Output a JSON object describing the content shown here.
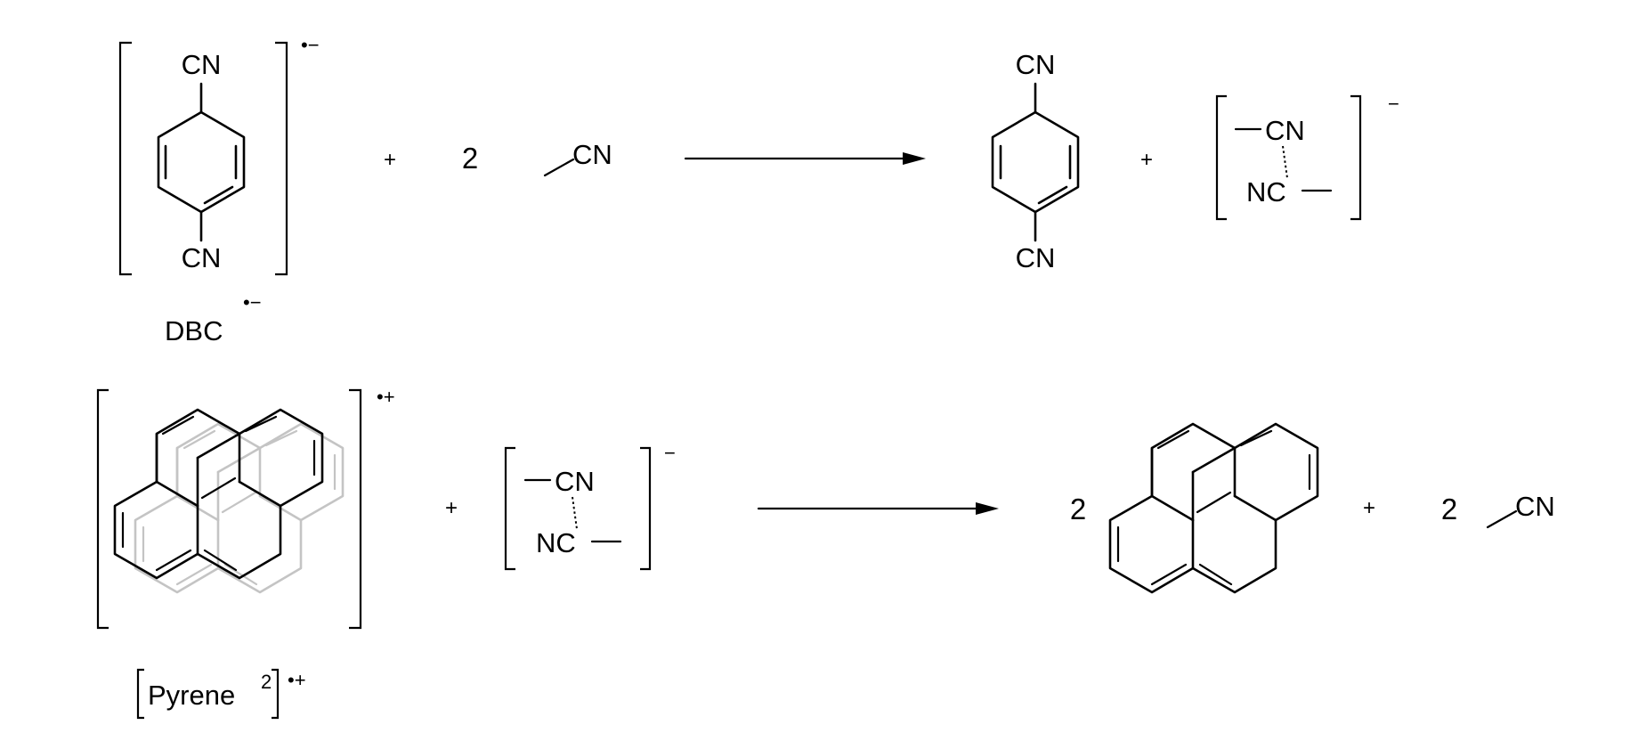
{
  "reaction1": {
    "reactant_dbc": {
      "substituent_top": "CN",
      "substituent_bottom": "CN",
      "charge": "•−",
      "name": "DBC",
      "name_charge": "•−"
    },
    "plus_1": "+",
    "coefficient_1": "2",
    "acetonitrile_1": "CN",
    "product_dbc": {
      "substituent_top": "CN",
      "substituent_bottom": "CN"
    },
    "plus_2": "+",
    "dimer_anion": {
      "top_group": "CN",
      "bottom_group": "NC",
      "charge": "−"
    }
  },
  "reaction2": {
    "pyrene_dimer": {
      "charge": "•+",
      "name": "Pyrene",
      "superscript": "2",
      "name_charge": "•+"
    },
    "plus_1": "+",
    "dimer_anion": {
      "top_group": "CN",
      "bottom_group": "NC",
      "charge": "−"
    },
    "coefficient_1": "2",
    "plus_2": "+",
    "coefficient_2": "2",
    "acetonitrile": "CN"
  },
  "colors": {
    "ink": "#000000",
    "ghost_ring": "#c4c4c4",
    "background": "#ffffff"
  }
}
